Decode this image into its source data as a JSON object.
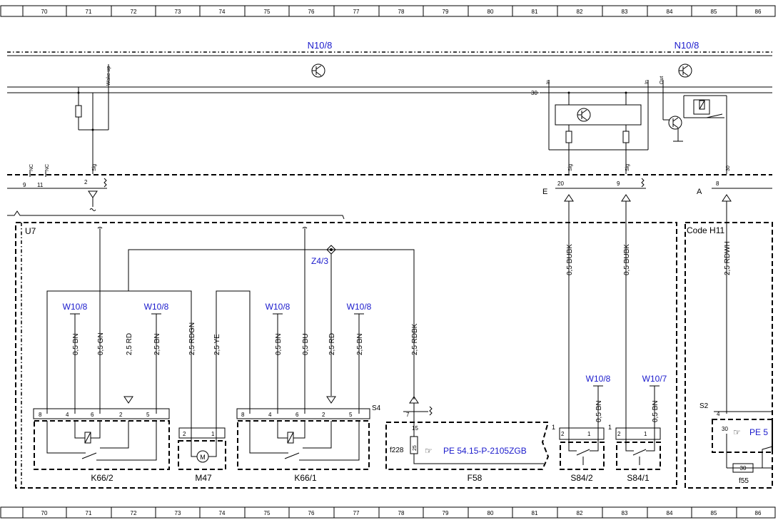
{
  "grid": {
    "columns": [
      "70",
      "71",
      "72",
      "73",
      "74",
      "75",
      "76",
      "77",
      "78",
      "79",
      "80",
      "81",
      "82",
      "83",
      "84",
      "85",
      "86"
    ]
  },
  "modules": {
    "n10_left": "N10/8",
    "n10_right": "N10/8",
    "u7": "U7",
    "code": "Code H11"
  },
  "pin_labels": {
    "wake_up": "Wake up",
    "nc1": "NC",
    "nc2": "NC",
    "sig1": "Sig",
    "sig2": "Sig",
    "sig3": "Sig",
    "in1": "In",
    "in2": "In",
    "out": "Out",
    "thirty_top": "30",
    "thirty_pin": "30",
    "p9": "9",
    "p11": "11",
    "p2": "2",
    "p20": "20",
    "p9b": "9",
    "p8": "8",
    "conn_e": "E",
    "conn_a": "A",
    "s4": "S4",
    "s2": "S2",
    "s4_pin": "7",
    "s2_pin": "4",
    "one_a": "1",
    "one_b": "1",
    "fuse_15": "15",
    "fuse_25": "25",
    "fuse_30_pin": "30",
    "fuse_30_box": "30"
  },
  "wires": {
    "w1": "0,5 BN",
    "w2": "0,5 GN",
    "w3": "2,5 RD",
    "w4": "2,5 BN",
    "w5": "2,5 RDGN",
    "w6": "2,5 YE",
    "w7": "0,5 BN",
    "w8": "0,5 BU",
    "w9": "2,5 RD",
    "w10": "2,5 BN",
    "w11": "2,5 RDBK",
    "w12": "0,5 BUBK",
    "w13": "0,5 BUBK",
    "w14": "2,5 RDWH",
    "w15": "0,5 BN",
    "w16": "0,5 BN"
  },
  "grounds": {
    "g1": "W10/8",
    "g2": "W10/8",
    "g3": "W10/8",
    "g4": "W10/8",
    "g5": "W10/8",
    "g6": "W10/7"
  },
  "splice": "Z4/3",
  "components": {
    "k66_2": "K66/2",
    "m47": "M47",
    "k66_1": "K66/1",
    "f58": "F58",
    "s84_2": "S84/2",
    "s84_1": "S84/1",
    "f55": "f55",
    "f228": "f228"
  },
  "k66_2_pins": [
    "8",
    "4",
    "6",
    "2",
    "5"
  ],
  "k66_1_pins": [
    "8",
    "4",
    "6",
    "2",
    "5"
  ],
  "m47_pins": [
    "2",
    "1"
  ],
  "s84_2_pins": [
    "2",
    "1"
  ],
  "s84_1_pins": [
    "2",
    "1"
  ],
  "motor_symbol": "M",
  "references": {
    "ref1": "PE 54.15-P-2105ZGB",
    "ref2": "PE 5"
  },
  "icons": [
    "transistor-icon",
    "hand-pointer-icon",
    "relay-coil-icon",
    "motor-icon",
    "ground-symbol-icon",
    "resistor-icon"
  ]
}
